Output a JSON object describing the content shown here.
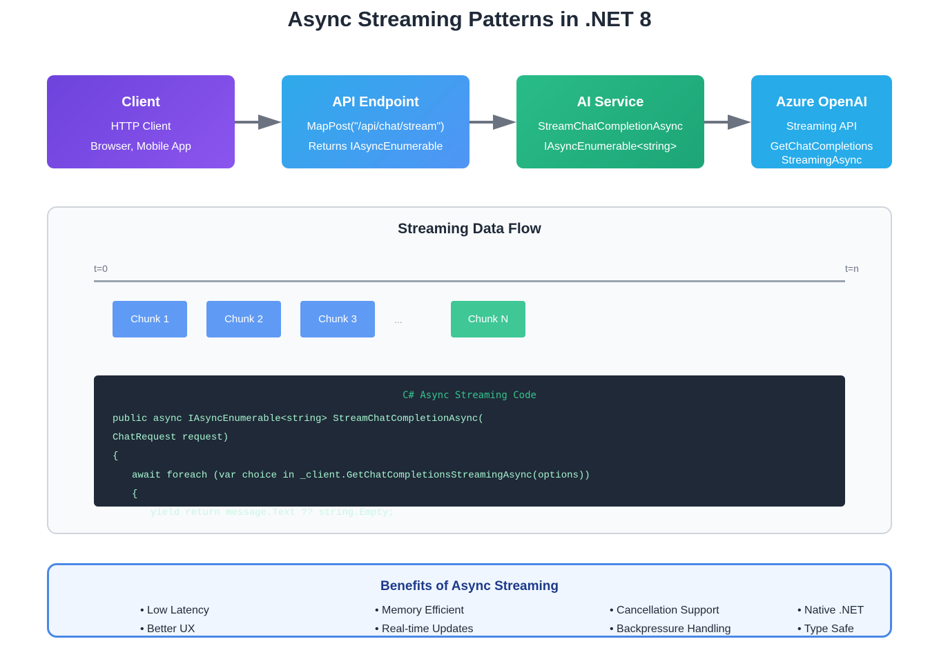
{
  "title": "Async Streaming Patterns in .NET 8",
  "nodes": [
    {
      "name": "Client",
      "line1": "HTTP Client",
      "line2": "Browser, Mobile App"
    },
    {
      "name": "API Endpoint",
      "line1": "MapPost(\"/api/chat/stream\")",
      "line2": "Returns IAsyncEnumerable"
    },
    {
      "name": "AI Service",
      "line1": "StreamChatCompletionAsync",
      "line2": "IAsyncEnumerable<string>"
    },
    {
      "name": "Azure OpenAI",
      "line1": "Streaming API",
      "line2a": "GetChatCompletions",
      "line2b": "StreamingAsync"
    }
  ],
  "colors": {
    "client": "#7048e8",
    "api": "#3ea0ee",
    "ai": "#22af7f",
    "azure": "#27abe9",
    "arrow": "#6b7280"
  },
  "flow": {
    "title": "Streaming Data Flow",
    "t_start": "t=0",
    "t_end": "t=n",
    "chunks": [
      "Chunk 1",
      "Chunk 2",
      "Chunk 3",
      "Chunk N"
    ],
    "ellipsis": "..."
  },
  "code": {
    "title": "C# Async Streaming Code",
    "lines": [
      "public async IAsyncEnumerable<string> StreamChatCompletionAsync(",
      "ChatRequest request)",
      "{",
      "await foreach (var choice in _client.GetChatCompletionsStreamingAsync(options))",
      "{",
      "yield return message.Text ?? string.Empty;"
    ]
  },
  "benefits": {
    "title": "Benefits of Async Streaming",
    "items": [
      "• Low Latency",
      "• Better UX",
      "• Memory Efficient",
      "• Real-time Updates",
      "• Cancellation Support",
      "• Backpressure Handling",
      "• Native .NET",
      "• Type Safe"
    ]
  }
}
